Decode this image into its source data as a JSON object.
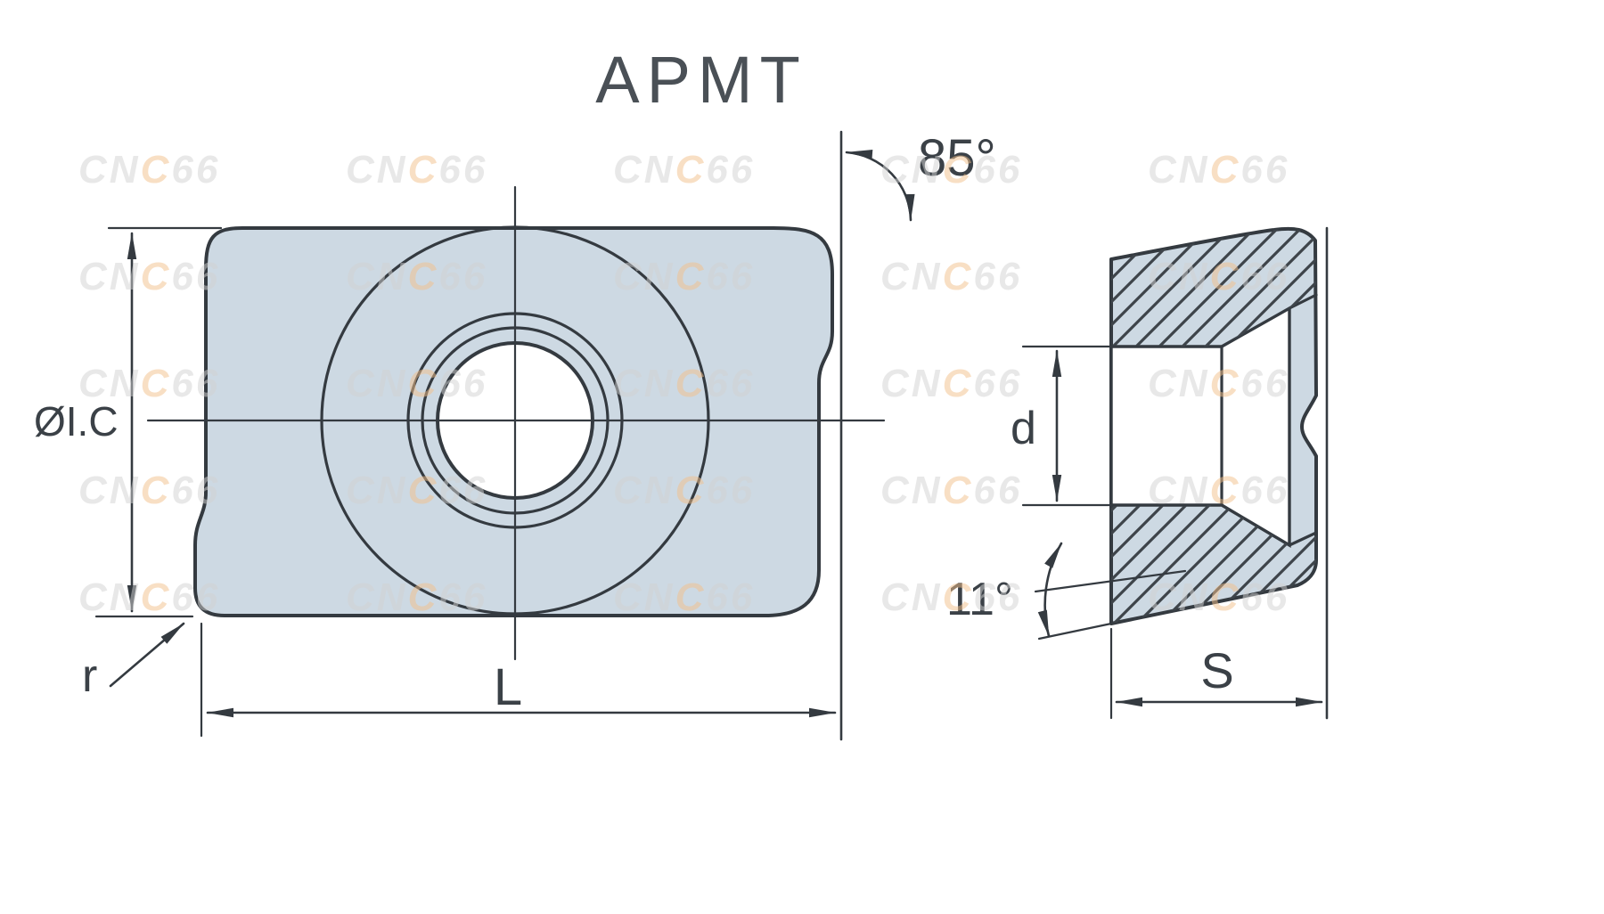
{
  "title": "APMT",
  "labels": {
    "inscribed_circle": "ØI.C",
    "length": "L",
    "corner_radius": "r",
    "corner_angle": "85°",
    "hole_diameter": "d",
    "clearance_angle": "11°",
    "thickness": "S"
  },
  "watermark": {
    "parts": [
      {
        "text": "CN",
        "tone": "gray"
      },
      {
        "text": "C",
        "tone": "orange"
      },
      {
        "text": "66",
        "tone": "gray"
      }
    ],
    "cols": [
      88,
      388,
      688,
      988,
      1288
    ],
    "rows": [
      205,
      325,
      445,
      565,
      685
    ]
  },
  "colors": {
    "background": "#ffffff",
    "insert_fill": "#cdd9e3",
    "line": "#343a40",
    "text": "#3b4147",
    "watermark_gray": "#d2d2d2",
    "watermark_orange": "#f3c08a"
  }
}
